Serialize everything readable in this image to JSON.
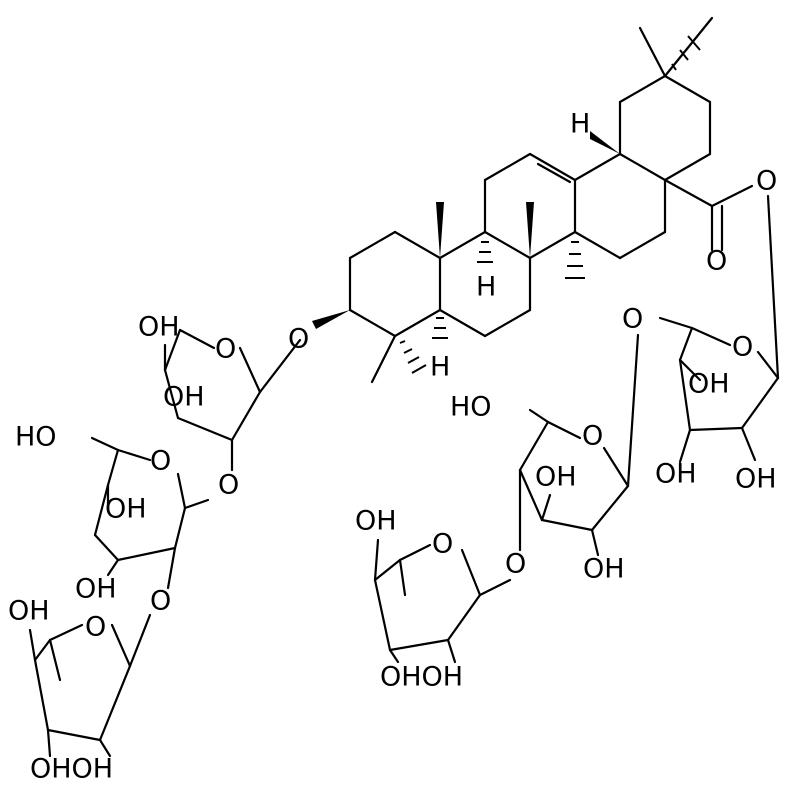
{
  "molecule": {
    "atom_labels": {
      "ring_oxygen": "O",
      "hydroxyl": "OH",
      "hydroxyl_left": "HO",
      "hydroxyl_pair": "OHOH",
      "hydrogen": "H"
    }
  }
}
